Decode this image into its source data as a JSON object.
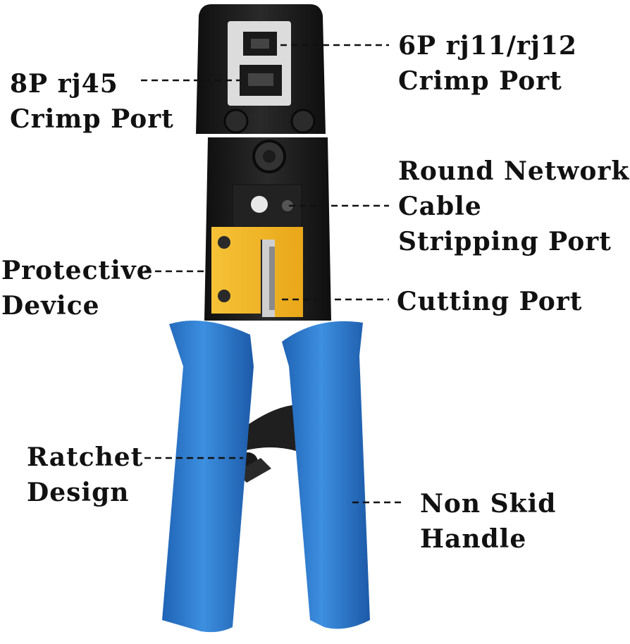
{
  "labels": {
    "crimp_6p": [
      "6P rj11/rj12",
      "Crimp Port"
    ],
    "crimp_8p": [
      "8P rj45",
      "Crimp Port"
    ],
    "stripping": [
      "Round Network",
      "Cable",
      "Stripping Port"
    ],
    "protective": [
      "Protective",
      "Device"
    ],
    "cutting": [
      "Cutting Port"
    ],
    "ratchet": [
      "Ratchet",
      "Design"
    ],
    "handle": [
      "Non Skid",
      "Handle"
    ]
  },
  "colors": {
    "handle_blue": "#2f7fd4",
    "body_black": "#1a1a1a",
    "guard_yellow": "#f2b425",
    "text": "#111111"
  }
}
